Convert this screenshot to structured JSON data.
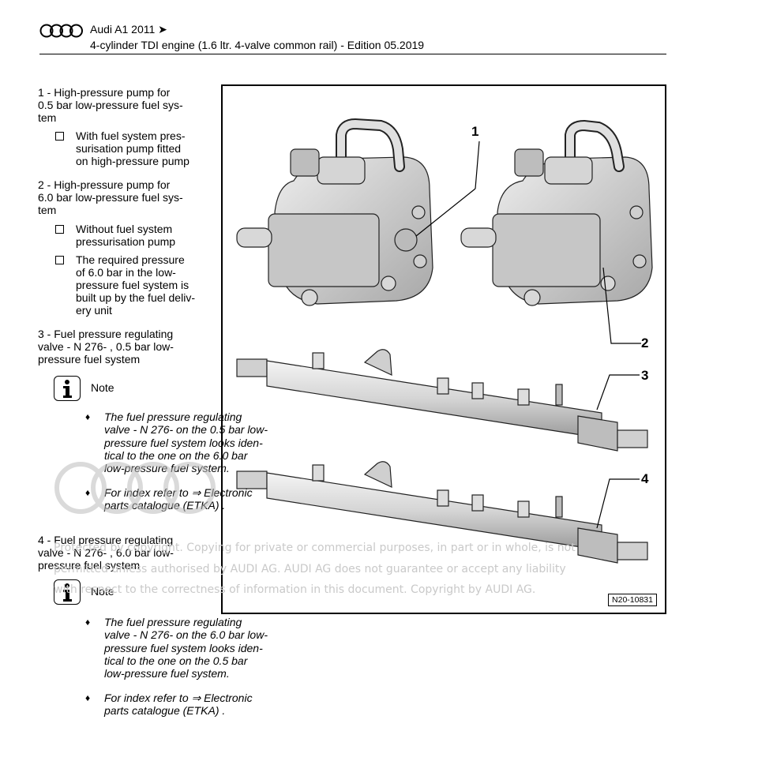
{
  "header": {
    "model": "Audi A1 2011 ➤",
    "subtitle": "4-cylinder TDI engine (1.6 ltr. 4-valve common rail) - Edition 05.2019"
  },
  "items": [
    {
      "title": "1 - High-pressure pump for 0.5 bar low-pressure fuel sys- tem",
      "lines": [
        "1 - High-pressure pump for",
        "0.5 bar low-pressure fuel sys-",
        "tem"
      ],
      "checkboxes": [
        {
          "lines": [
            "With fuel system pres-",
            "surisation pump fitted",
            "on high-pressure pump"
          ]
        }
      ]
    },
    {
      "lines": [
        "2 - High-pressure pump for",
        "6.0 bar low-pressure fuel sys-",
        "tem"
      ],
      "checkboxes": [
        {
          "lines": [
            "Without fuel system",
            "pressurisation pump"
          ]
        },
        {
          "lines": [
            "The required pressure",
            "of 6.0 bar in the low-",
            "pressure fuel system is",
            "built up by the fuel deliv-",
            "ery unit"
          ]
        }
      ]
    },
    {
      "lines": [
        "3 - Fuel pressure regulating",
        "valve - N 276- , 0.5 bar low-",
        "pressure fuel system"
      ],
      "note_label": "Note",
      "bullets": [
        {
          "lines": [
            "The fuel pressure regulating",
            "valve - N 276- on the 0.5 bar low-",
            "pressure fuel system looks iden-",
            "tical to the one on the 6.0 bar",
            "low-pressure fuel system."
          ]
        },
        {
          "lines": [
            "For index refer to ⇒  Electronic",
            "parts catalogue (ETKA) ."
          ]
        }
      ]
    },
    {
      "lines": [
        "4 - Fuel pressure regulating",
        "valve - N 276- , 6.0 bar low-",
        "pressure fuel system"
      ],
      "note_label": "Note",
      "bullets": [
        {
          "lines": [
            "The fuel pressure regulating",
            "valve - N 276- on the 6.0 bar low-",
            "pressure fuel system looks iden-",
            "tical to the one on the 0.5 bar",
            "low-pressure fuel system."
          ]
        },
        {
          "lines": [
            "For index refer to ⇒  Electronic",
            "parts catalogue (ETKA) ."
          ]
        }
      ]
    }
  ],
  "figure": {
    "id": "N20-10831",
    "callouts": [
      "1",
      "2",
      "3",
      "4"
    ]
  },
  "watermark": {
    "lines": [
      "Protected by copyright. Copying for private or commercial purposes, in part or in whole, is not",
      "permitted unless authorised by AUDI AG. AUDI AG does not guarantee or accept any liability",
      "with respect to the correctness of information in this document. Copyright by AUDI AG."
    ]
  },
  "icons": {
    "brand_logo": "audi-rings-icon",
    "note": "info-icon",
    "checkbox": "checkbox-icon",
    "bullet": "diamond-bullet-icon"
  }
}
